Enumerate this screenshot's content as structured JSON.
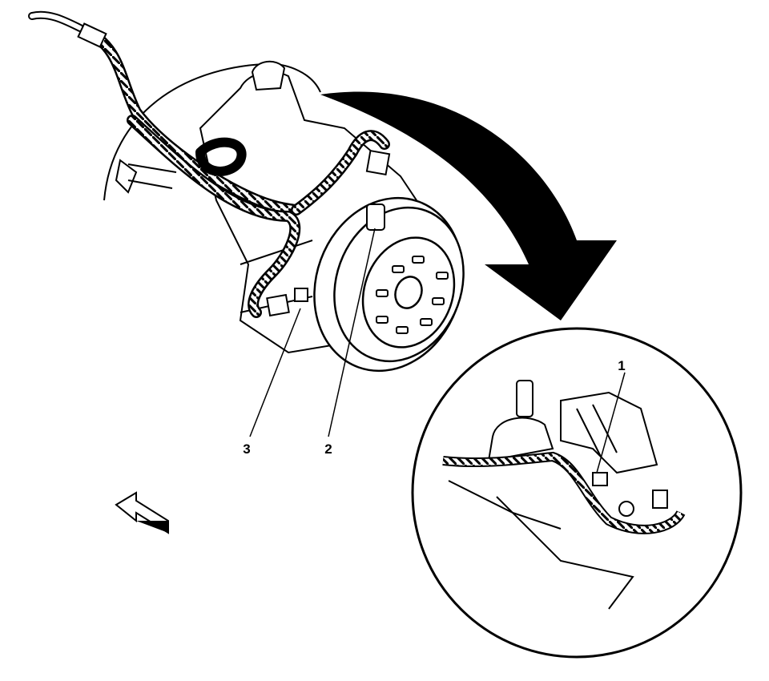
{
  "diagram": {
    "callouts": [
      {
        "id": "1",
        "label": "1"
      },
      {
        "id": "2",
        "label": "2"
      },
      {
        "id": "3",
        "label": "3"
      }
    ],
    "colors": {
      "ink": "#000000",
      "paper": "#ffffff"
    },
    "icons": [
      "curved-arrow-icon",
      "front-direction-arrow-icon",
      "wiring-harness-icon",
      "connector-icon",
      "wheel-hub-icon"
    ]
  }
}
